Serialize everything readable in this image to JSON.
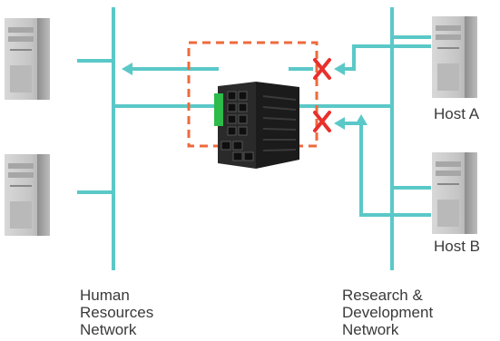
{
  "networks": {
    "left": {
      "label": "Human\nResources\nNetwork"
    },
    "right": {
      "label": "Research &\nDevelopment\nNetwork"
    }
  },
  "hosts": [
    {
      "label": ""
    },
    {
      "label": ""
    },
    {
      "label": "Host A"
    },
    {
      "label": "Host B"
    }
  ],
  "blocked_marks": [
    "x",
    "x"
  ],
  "colors": {
    "network_line": "#5bc8c8",
    "firewall_box": "#ee6a3c",
    "blocked_x": "#e8302c",
    "text": "#3a3a3a"
  },
  "icons": {
    "switch": "industrial-ethernet-switch-icon",
    "host": "tower-pc-icon",
    "blocked": "x-mark-icon"
  }
}
